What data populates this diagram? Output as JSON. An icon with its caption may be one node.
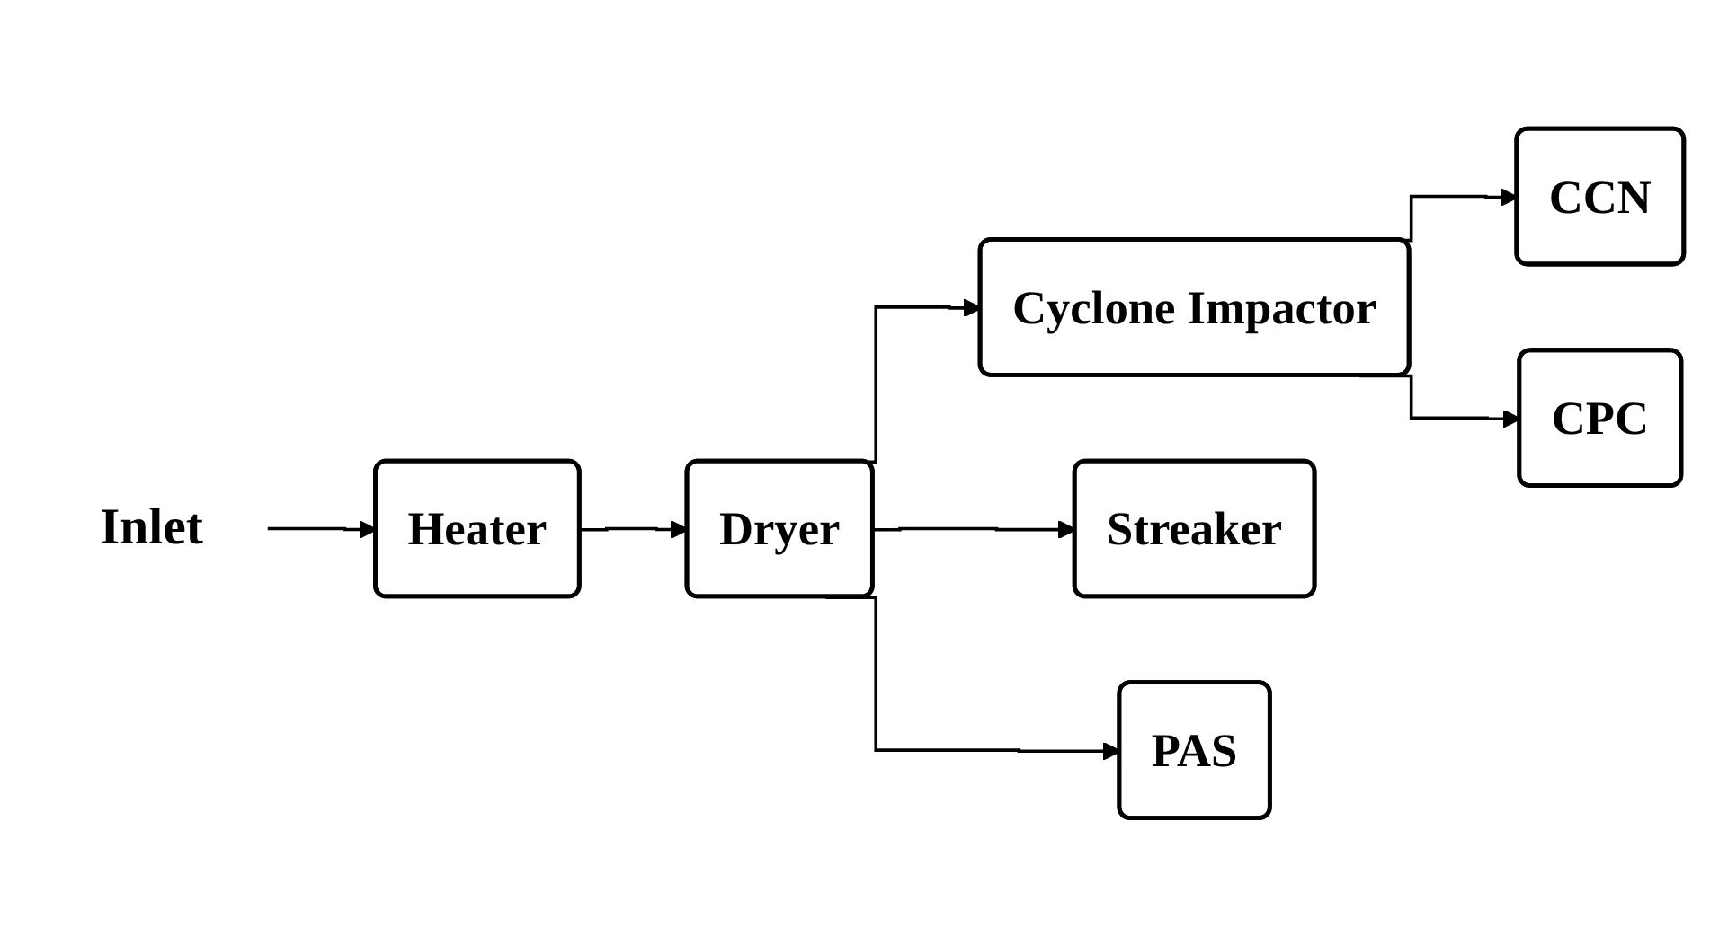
{
  "diagram": {
    "nodes": [
      {
        "text": [
          "Inlet"
        ]
      },
      {
        "text": [
          "Heater"
        ]
      },
      {
        "text": [
          "Dryer"
        ]
      },
      {
        "text": [
          "Cyclone Impactor"
        ]
      },
      {
        "text": [
          "CCN"
        ]
      },
      {
        "text": [
          "CPC"
        ]
      },
      {
        "text": [
          "Streaker"
        ]
      },
      {
        "text": [
          "PAS"
        ]
      }
    ],
    "edges": [
      {
        "from": 0,
        "to": 1,
        "arrow": "to"
      },
      {
        "from": 1,
        "to": 2,
        "arrow": "to"
      },
      {
        "from": 2,
        "to": 3,
        "arrow": "to"
      },
      {
        "from": 2,
        "to": 6,
        "arrow": "to"
      },
      {
        "from": 2,
        "to": 7,
        "arrow": "to"
      },
      {
        "from": 3,
        "to": 4,
        "arrow": "to"
      },
      {
        "from": 3,
        "to": 5,
        "arrow": "to"
      }
    ]
  }
}
